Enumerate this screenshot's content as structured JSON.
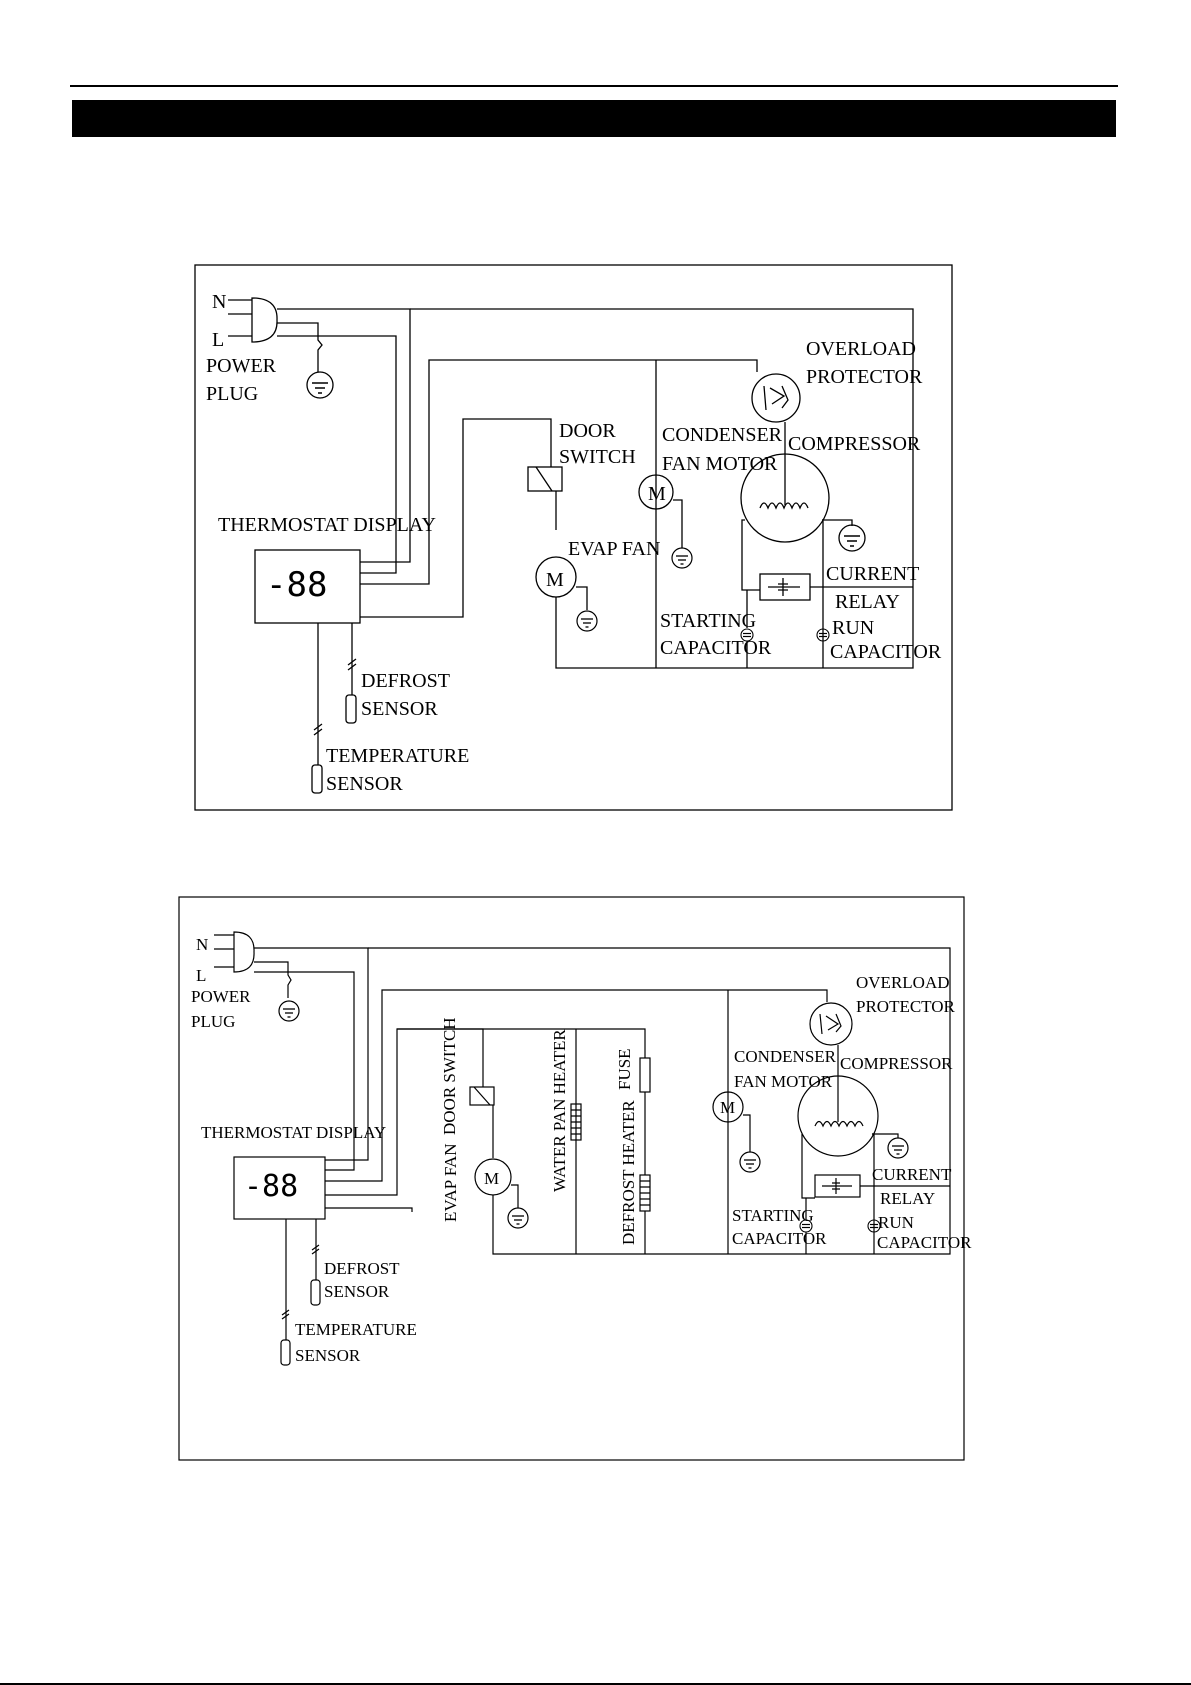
{
  "diagram1": {
    "neutral": "N",
    "line": "L",
    "power": "POWER",
    "plug": "PLUG",
    "thermostat_display": "THERMOSTAT DISPLAY",
    "display_readout": "-88",
    "door": "DOOR",
    "switch": "SWITCH",
    "evap_fan": "EVAP FAN",
    "motor_symbol": "M",
    "condenser": "CONDENSER",
    "fan_motor": "FAN MOTOR",
    "overload": "OVERLOAD",
    "protector": "PROTECTOR",
    "compressor": "COMPRESSOR",
    "current": "CURRENT",
    "relay": "RELAY",
    "starting": "STARTING",
    "capacitor_start": "CAPACITOR",
    "run": "RUN",
    "capacitor_run": "CAPACITOR",
    "defrost": "DEFROST",
    "sensor_defrost": "SENSOR",
    "temperature": "TEMPERATURE",
    "sensor_temp": "SENSOR"
  },
  "diagram2": {
    "neutral": "N",
    "line": "L",
    "power": "POWER",
    "plug": "PLUG",
    "thermostat_display": "THERMOSTAT DISPLAY",
    "display_readout": "-88",
    "door_switch": "DOOR SWITCH",
    "evap_fan": "EVAP FAN",
    "motor_symbol": "M",
    "water_pan_heater": "WATER PAN HEATER",
    "fuse": "FUSE",
    "defrost_heater": "DEFROST HEATER",
    "condenser": "CONDENSER",
    "fan_motor": "FAN MOTOR",
    "overload": "OVERLOAD",
    "protector": "PROTECTOR",
    "compressor": "COMPRESSOR",
    "current": "CURRENT",
    "relay": "RELAY",
    "starting": "STARTING",
    "capacitor_start": "CAPACITOR",
    "run": "RUN",
    "capacitor_run": "CAPACITOR",
    "defrost": "DEFROST",
    "sensor_defrost": "SENSOR",
    "temperature": "TEMPERATURE",
    "sensor_temp": "SENSOR"
  }
}
